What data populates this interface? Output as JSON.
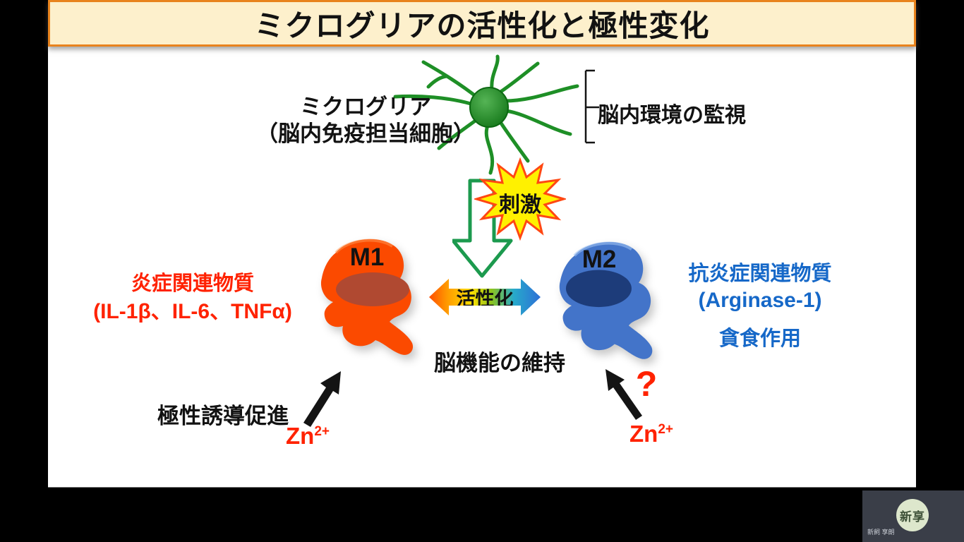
{
  "colors": {
    "title_bg": "#FDF0CC",
    "title_border": "#E8831D",
    "green_stroke": "#1E8F26",
    "green_arrow": "#1C9A4E",
    "star_fill": "#FFF100",
    "star_stroke": "#FF4713",
    "m1_fill": "#FB4A00",
    "m1_nucleus": "#B04931",
    "m2_fill": "#4374C9",
    "m2_nucleus": "#1D3C7A",
    "red_text": "#FF2200",
    "blue_text": "#1668C8",
    "overlay_bg": "#3A3E48",
    "avatar_bg": "#DDE7CC"
  },
  "slide": {
    "title": "ミクログリアの活性化と極性変化",
    "microglia_label_line1": "ミクログリア",
    "microglia_label_line2": "（脳内免疫担当細胞）",
    "surveillance_label": "脳内環境の監視",
    "stimulus_label": "刺激",
    "activation_label": "活性化",
    "maintenance_label": "脳機能の維持",
    "m1": {
      "label": "M1",
      "line1": "炎症関連物質",
      "line2": "(IL-1β、IL-6、TNFα)"
    },
    "m2": {
      "label": "M2",
      "line1": "抗炎症関連物質",
      "line2": "(Arginase-1)",
      "line3": "貪食作用"
    },
    "bottom_left": {
      "promote_label": "極性誘導促進",
      "zinc": "Zn",
      "zinc_sup": "2+"
    },
    "bottom_right": {
      "question_label": "?",
      "zinc": "Zn",
      "zinc_sup": "2+"
    }
  },
  "speaker_overlay": {
    "avatar_initials": "新享",
    "name": "新飼 享朗"
  }
}
